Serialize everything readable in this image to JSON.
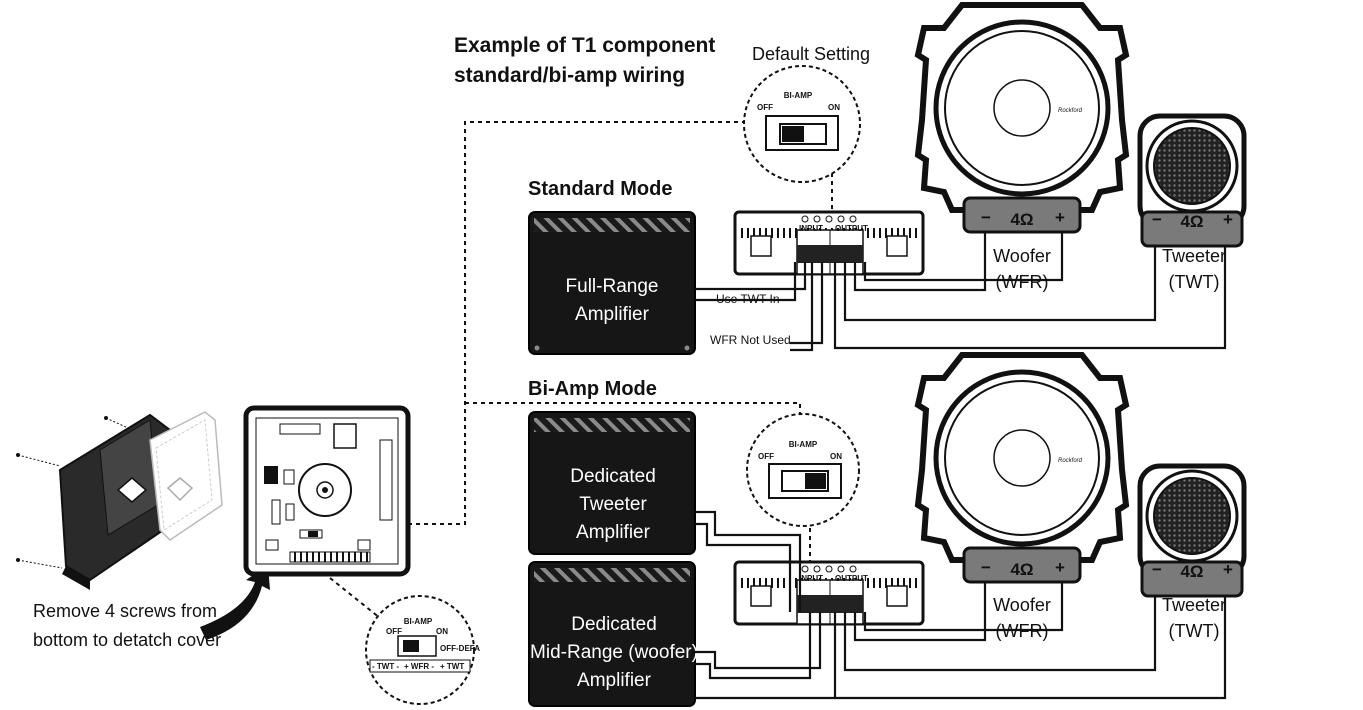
{
  "diagram": {
    "title_line1": "Example of T1 component",
    "title_line2": "standard/bi-amp wiring",
    "default_setting": "Default Setting",
    "standard_mode": {
      "heading": "Standard Mode",
      "amplifier": [
        "Full-Range",
        "Amplifier"
      ],
      "note_twt": "Use TWT In",
      "note_wfr": "WFR Not Used"
    },
    "biamp_mode": {
      "heading": "Bi-Amp Mode",
      "tweeter_amp": [
        "Dedicated",
        "Tweeter",
        "Amplifier"
      ],
      "midrange_amp": [
        "Dedicated",
        "Mid-Range (woofer)",
        "Amplifier"
      ]
    },
    "switch": {
      "label": "BI-AMP",
      "off": "OFF",
      "on": "ON",
      "off_default": "OFF-DEFA"
    },
    "crossover": {
      "input": "INPUT",
      "output": "OUTPUT"
    },
    "terminals": {
      "twt": "- TWT -",
      "wfr": "+ WFR -",
      "twt2": "+ TWT"
    },
    "woofer": {
      "impedance": "4Ω",
      "label1": "Woofer",
      "label2": "(WFR)"
    },
    "tweeter": {
      "impedance": "4Ω",
      "label1": "Tweeter",
      "label2": "(TWT)"
    },
    "remove_screws": [
      "Remove 4 screws from",
      "bottom to detatch cover"
    ],
    "minus": "−",
    "plus": "+"
  }
}
